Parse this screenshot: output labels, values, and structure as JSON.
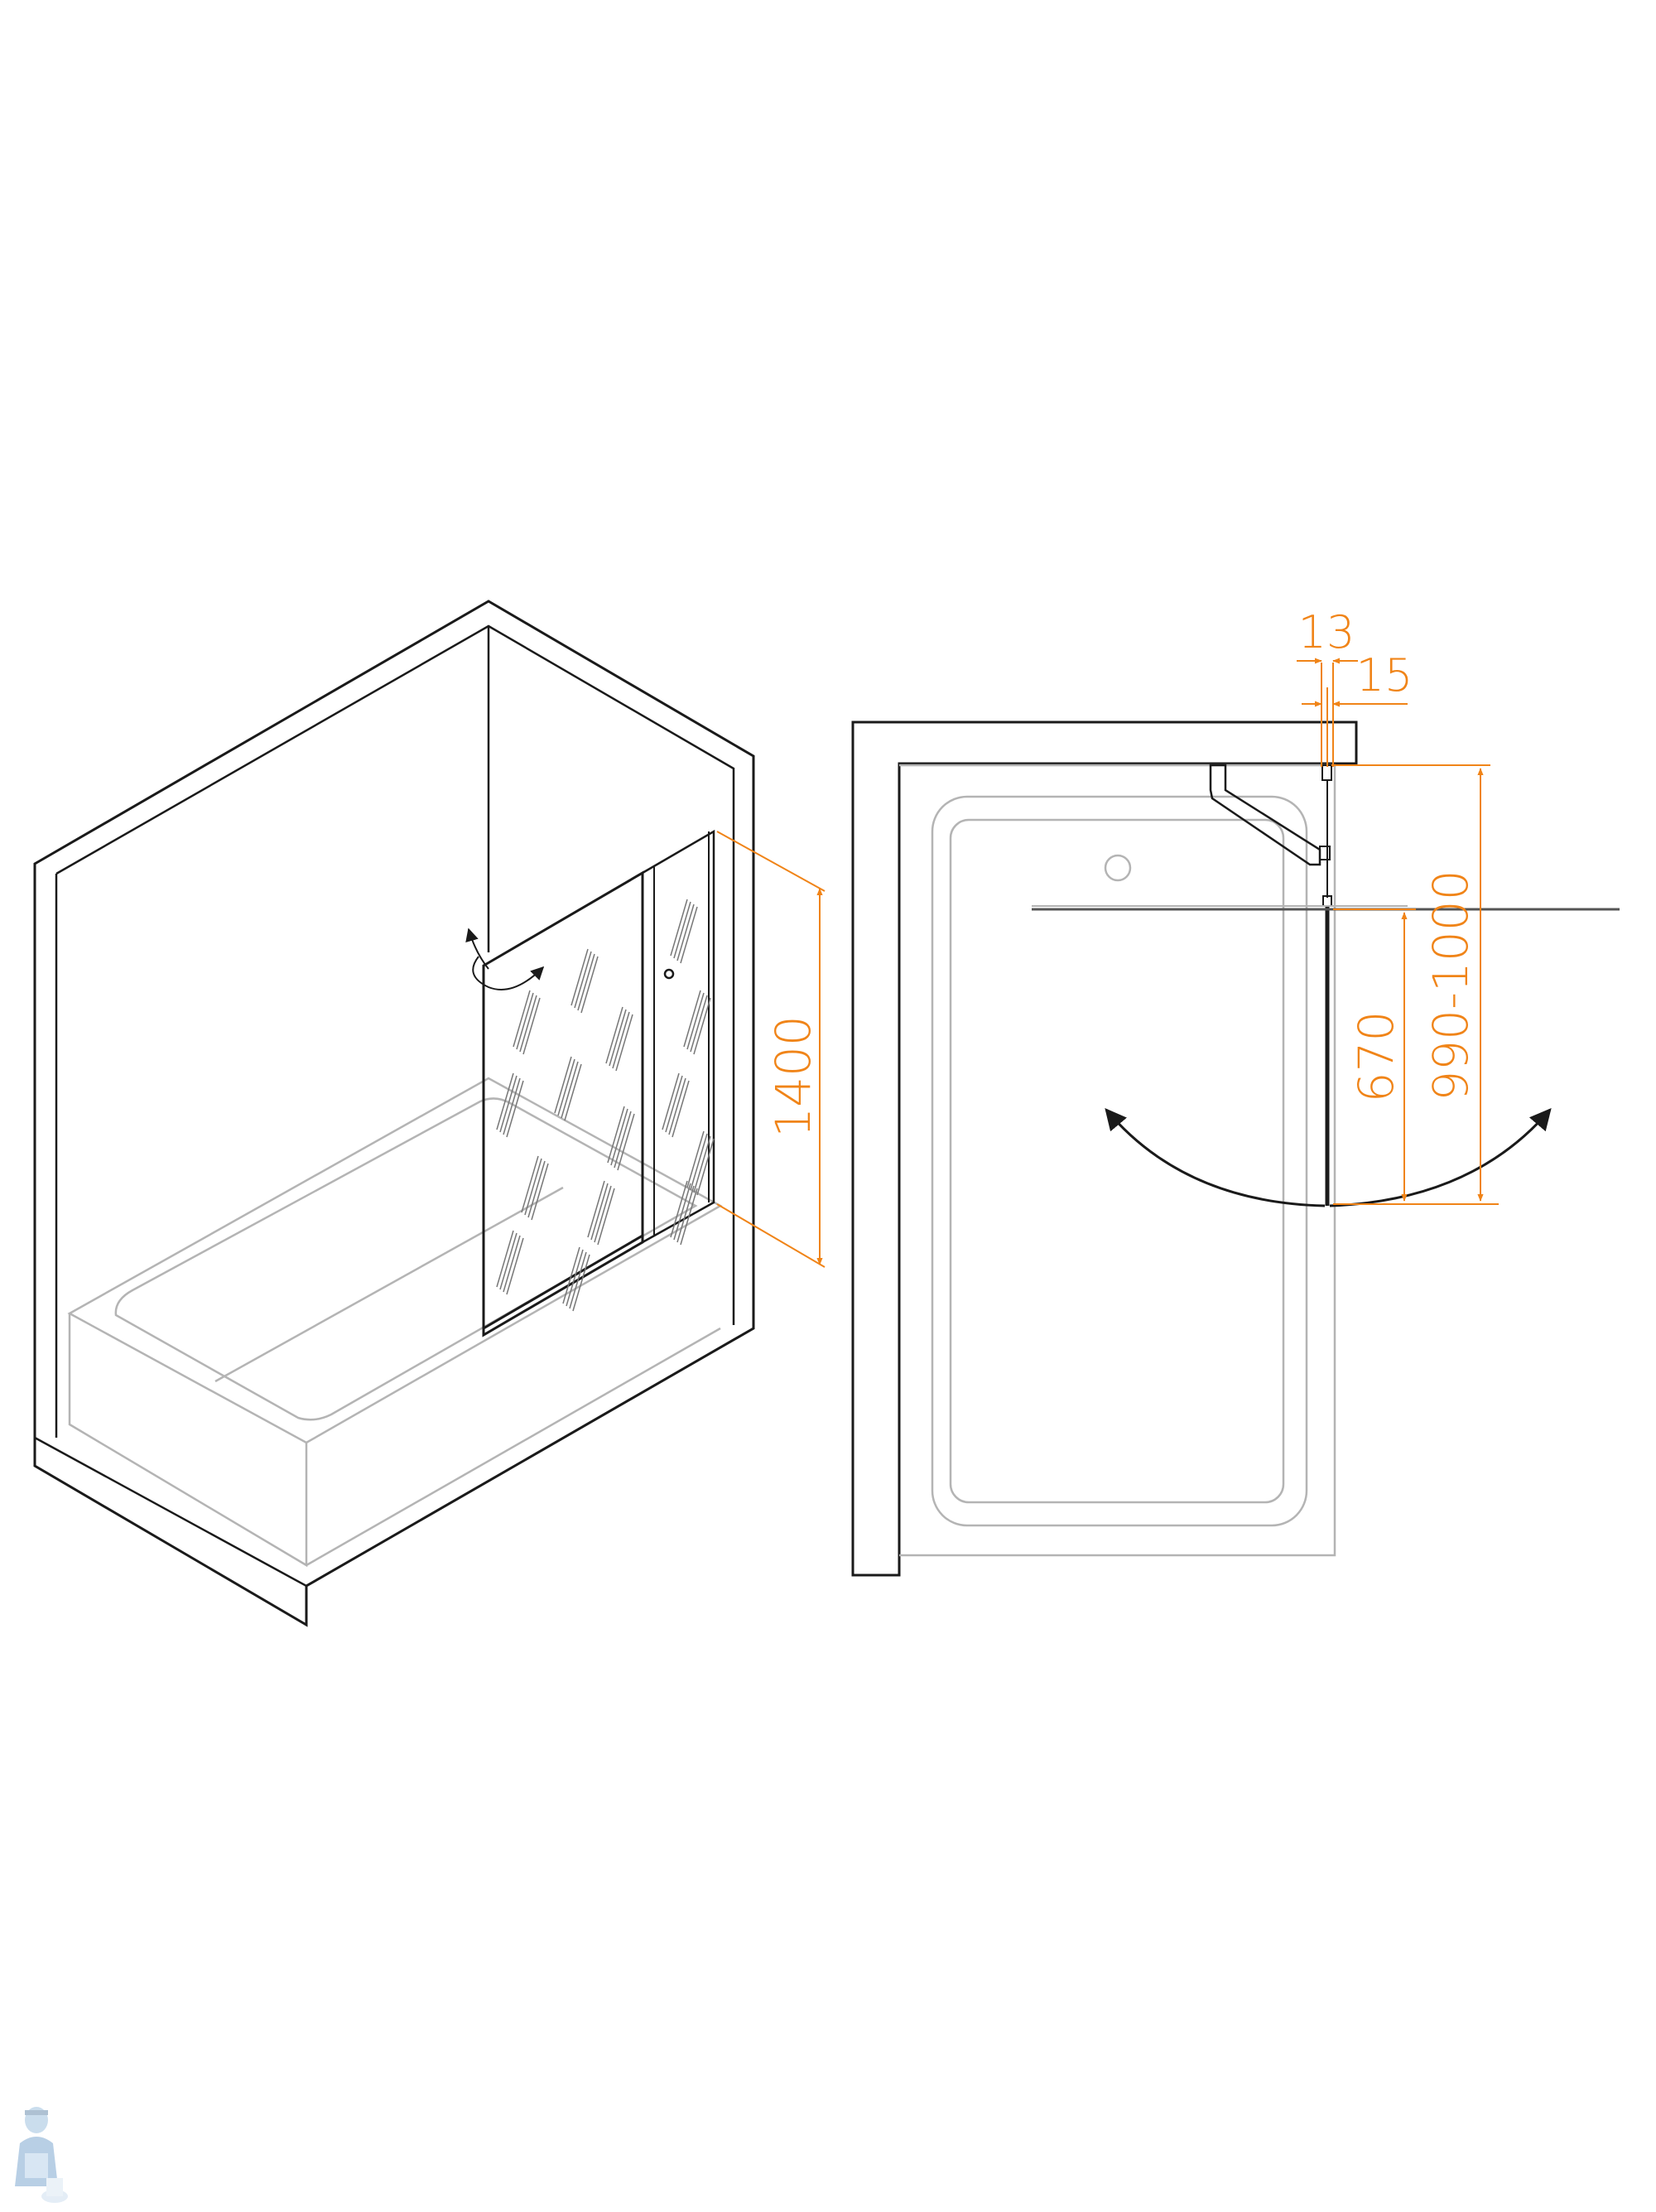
{
  "dimensions": {
    "height": "1400",
    "gap_a": "13",
    "gap_b": "15",
    "panel_depth": "670",
    "total_width": "990-1000"
  },
  "colors": {
    "outline": "#1a1a1a",
    "light_outline": "#b4b4b4",
    "dimension": "#f08418",
    "background": "#ffffff"
  },
  "icons": {
    "corner_logo": "plumber-mascot-icon"
  }
}
